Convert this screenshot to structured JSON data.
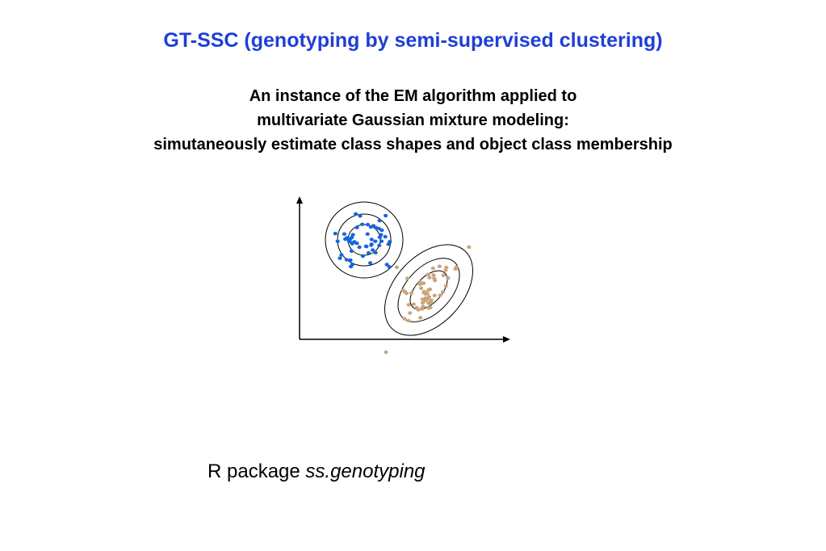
{
  "slide": {
    "title": "GT-SSC (genotyping by semi-supervised clustering)",
    "subtitle_lines": [
      "An instance of the EM algorithm applied to",
      "multivariate Gaussian mixture modeling:",
      "simutaneously estimate class shapes and object class membership"
    ],
    "footer_prefix": "R package ",
    "footer_package": "ss.genotyping"
  },
  "colors": {
    "title": "#1f3fd6",
    "cluster_blue": "#1565e0",
    "cluster_tan": "#c9a57a",
    "axis": "#000000"
  }
}
